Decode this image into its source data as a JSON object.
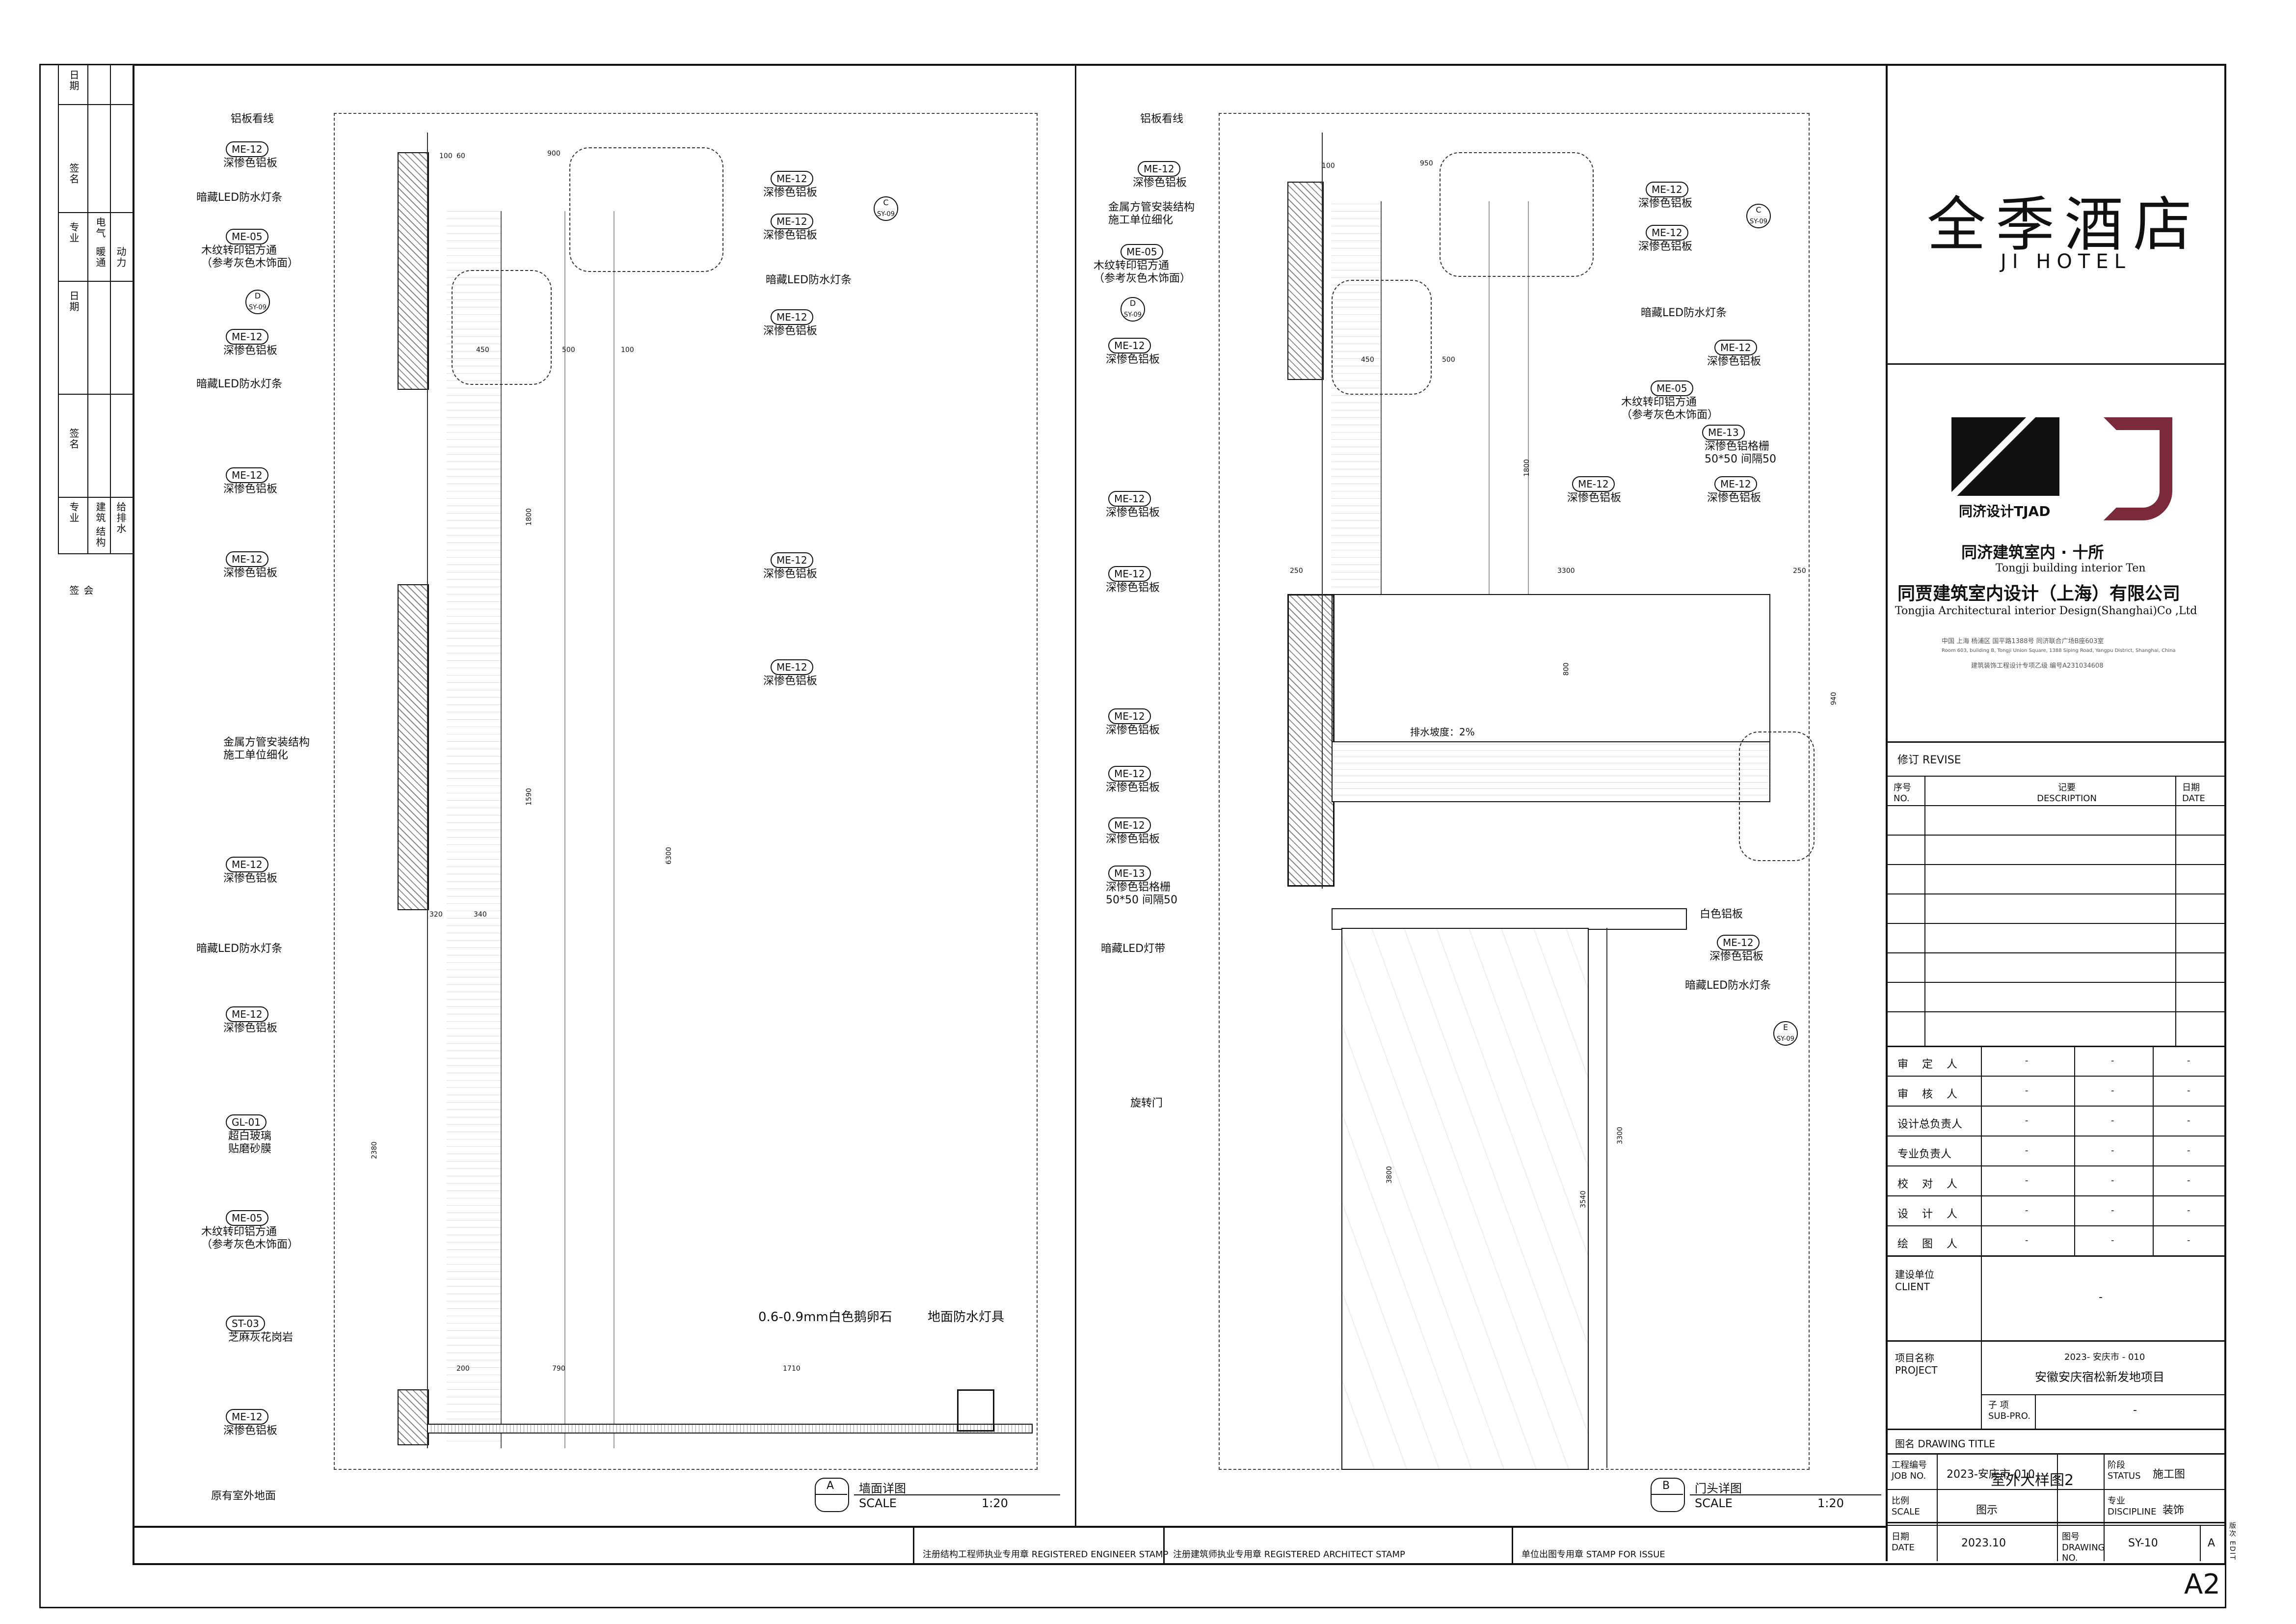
{
  "sheet": {
    "size": "A2"
  },
  "left_strip": {
    "headers": [
      "日期",
      "签名",
      "专业",
      "日期",
      "签名",
      "专业",
      "会签"
    ],
    "disciplines_a": [
      "电气",
      "暖通",
      "动力"
    ],
    "disciplines_b": [
      "建筑",
      "结构",
      "给排水"
    ]
  },
  "drawing_a": {
    "labels": [
      {
        "code": "",
        "text": "铝板看线"
      },
      {
        "code": "ME-12",
        "text": "深惨色铝板"
      },
      {
        "code": "",
        "text": "暗藏LED防水灯条"
      },
      {
        "code": "ME-05",
        "text": "木纹转印铝方通\n（参考灰色木饰面）"
      },
      {
        "code": "ME-12",
        "text": "深惨色铝板"
      },
      {
        "code": "",
        "text": "暗藏LED防水灯条"
      },
      {
        "code": "ME-12",
        "text": "深惨色铝板"
      },
      {
        "code": "ME-12",
        "text": "深惨色铝板"
      },
      {
        "code": "",
        "text": "金属方管安装结构\n施工单位细化"
      },
      {
        "code": "ME-12",
        "text": "深惨色铝板"
      },
      {
        "code": "",
        "text": "暗藏LED防水灯条"
      },
      {
        "code": "ME-12",
        "text": "深惨色铝板"
      },
      {
        "code": "GL-01",
        "text": "超白玻璃\n贴磨砂膜"
      },
      {
        "code": "ME-05",
        "text": "木纹转印铝方通\n（参考灰色木饰面）"
      },
      {
        "code": "ST-03",
        "text": "芝麻灰花岗岩"
      },
      {
        "code": "ME-12",
        "text": "深惨色铝板"
      },
      {
        "code": "",
        "text": "原有室外地面"
      }
    ],
    "right_labels": [
      {
        "code": "ME-12",
        "text": "深惨色铝板"
      },
      {
        "code": "ME-12",
        "text": "深惨色铝板"
      },
      {
        "code": "",
        "text": "暗藏LED防水灯条"
      },
      {
        "code": "ME-12",
        "text": "深惨色铝板"
      },
      {
        "code": "ME-12",
        "text": "深惨色铝板"
      },
      {
        "code": "ME-12",
        "text": "深惨色铝板"
      },
      {
        "code": "",
        "text": "0.6-0.9mm白色鹅卵石"
      },
      {
        "code": "",
        "text": "地面防水灯具"
      }
    ],
    "refs": [
      {
        "letter": "C",
        "sheet": "SY-09"
      },
      {
        "letter": "D",
        "sheet": "SY-09"
      }
    ],
    "dims": [
      "900",
      "100",
      "60",
      "450",
      "500",
      "100",
      "1800",
      "6300",
      "1590",
      "320",
      "340",
      "2380",
      "200",
      "790",
      "1710"
    ],
    "title_ref": "A",
    "title": "墙面详图",
    "scale_label": "SCALE",
    "scale": "1:20"
  },
  "drawing_b": {
    "labels": [
      {
        "code": "",
        "text": "铝板看线"
      },
      {
        "code": "ME-12",
        "text": "深惨色铝板"
      },
      {
        "code": "",
        "text": "金属方管安装结构\n施工单位细化"
      },
      {
        "code": "ME-05",
        "text": "木纹转印铝方通\n（参考灰色木饰面）"
      },
      {
        "code": "ME-12",
        "text": "深惨色铝板"
      },
      {
        "code": "ME-12",
        "text": "深惨色铝板"
      },
      {
        "code": "ME-12",
        "text": "深惨色铝板"
      },
      {
        "code": "ME-12",
        "text": "深惨色铝板"
      },
      {
        "code": "ME-12",
        "text": "深惨色铝板"
      },
      {
        "code": "ME-12",
        "text": "深惨色铝板"
      },
      {
        "code": "ME-13",
        "text": "深惨色铝格栅\n50*50 间隔50"
      },
      {
        "code": "",
        "text": "暗藏LED灯带"
      },
      {
        "code": "",
        "text": "旋转门"
      }
    ],
    "right_labels": [
      {
        "code": "ME-12",
        "text": "深惨色铝板"
      },
      {
        "code": "ME-12",
        "text": "深惨色铝板"
      },
      {
        "code": "",
        "text": "暗藏LED防水灯条"
      },
      {
        "code": "ME-12",
        "text": "深惨色铝板"
      },
      {
        "code": "ME-05",
        "text": "木纹转印铝方通\n（参考灰色木饰面）"
      },
      {
        "code": "ME-13",
        "text": "深惨色铝格栅\n50*50 间隔50"
      },
      {
        "code": "ME-12",
        "text": "深惨色铝板"
      },
      {
        "code": "ME-12",
        "text": "深惨色铝板"
      },
      {
        "code": "",
        "text": "白色铝板"
      },
      {
        "code": "ME-12",
        "text": "深惨色铝板"
      },
      {
        "code": "",
        "text": "暗藏LED防水灯条"
      }
    ],
    "refs": [
      {
        "letter": "C",
        "sheet": "SY-09"
      },
      {
        "letter": "D",
        "sheet": "SY-09"
      },
      {
        "letter": "E",
        "sheet": "SY-09"
      }
    ],
    "slope": "排水坡度：2%",
    "dims": [
      "950",
      "100",
      "450",
      "500",
      "1800",
      "250",
      "3300",
      "250",
      "800",
      "940",
      "3300",
      "3800",
      "3540"
    ],
    "title_ref": "B",
    "title": "门头详图",
    "scale_label": "SCALE",
    "scale": "1:20"
  },
  "stamps": [
    "注册结构工程师执业专用章 REGISTERED ENGINEER STAMP",
    "注册建筑师执业专用章 REGISTERED ARCHITECT STAMP",
    "单位出图专用章 STAMP FOR ISSUE"
  ],
  "title_block": {
    "hotel_cn": "全季酒店",
    "hotel_en": "JI HOTEL",
    "tjad": "同济设计TJAD",
    "firm_cn1": "同济建筑室内 · 十所",
    "firm_en1": "Tongji building interior Ten",
    "firm_cn2": "同贾建筑室内设计（上海）有限公司",
    "firm_en2": "Tongjia Architectural interior Design(Shanghai)Co ,Ltd",
    "address_cn": "中国  上海  杨浦区  国平路1388号  同济联合广场B座603室",
    "address_en": "Room 603, building B, Tongji Union Square, 1388 Siping Road, Yangpu District, Shanghai, China",
    "cert": "建筑装饰工程设计专项乙级        编号A231034608",
    "revise": "修订 REVISE",
    "rev_cols": {
      "no": "序号 NO.",
      "desc": "记要 DESCRIPTION",
      "date": "日期 DATE"
    },
    "roles": [
      {
        "role": "审    定    人",
        "v": [
          "-",
          "-",
          "-"
        ]
      },
      {
        "role": "审    核    人",
        "v": [
          "-",
          "-",
          "-"
        ]
      },
      {
        "role": "设计总负责人",
        "v": [
          "-",
          "-",
          "-"
        ]
      },
      {
        "role": "专业负责人",
        "v": [
          "-",
          "-",
          "-"
        ]
      },
      {
        "role": "校    对    人",
        "v": [
          "-",
          "-",
          "-"
        ]
      },
      {
        "role": "设    计    人",
        "v": [
          "-",
          "-",
          "-"
        ]
      },
      {
        "role": "绘    图    人",
        "v": [
          "-",
          "-",
          "-"
        ]
      }
    ],
    "client_label": "建设单位 CLIENT",
    "client": "-",
    "project_label": "项目名称 PROJECT",
    "project_code": "2023- 安庆市 - 010",
    "project_name": "安徽安庆宿松新发地项目",
    "sub_label": "子 项 SUB-PRO.",
    "sub": "-",
    "drawing_title_label": "图名 DRAWING TITLE",
    "drawing_title": "室外大样图2",
    "job_label": "工程编号 JOB NO.",
    "job": "2023-安庆市-010",
    "status_label": "阶段 STATUS",
    "status": "施工图",
    "scale_label": "比例 SCALE",
    "scale": "图示",
    "discipline_label": "专业 DISCIPLINE",
    "discipline": "装饰",
    "date_label": "日期 DATE",
    "date": "2023.10",
    "drawing_no_label": "图号 DRAWING NO.",
    "drawing_no": "SY-10",
    "version": "A",
    "edition": "版次 EDIT"
  }
}
